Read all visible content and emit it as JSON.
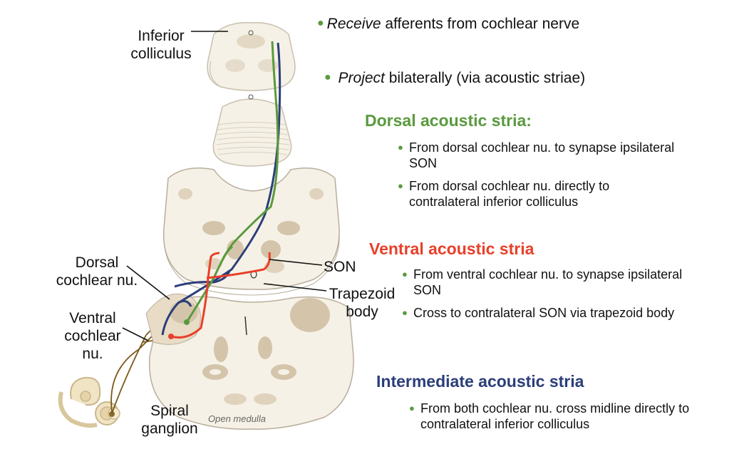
{
  "labels": {
    "inferior_colliculus_l1": "Inferior",
    "inferior_colliculus_l2": "colliculus",
    "dorsal_cochlear_l1": "Dorsal",
    "dorsal_cochlear_l2": "cochlear nu.",
    "ventral_cochlear_l1": "Ventral",
    "ventral_cochlear_l2": "cochlear",
    "ventral_cochlear_l3": "nu.",
    "spiral_ganglion_l1": "Spiral",
    "spiral_ganglion_l2": "ganglion",
    "son": "SON",
    "trapezoid_l1": "Trapezoid",
    "trapezoid_l2": "body",
    "open_medulla": "Open medulla"
  },
  "bullets": {
    "receive_em": "Receive",
    "receive_rest": " afferents from cochlear nerve",
    "project_em": "Project",
    "project_rest": " bilaterally (via acoustic striae)"
  },
  "dorsal": {
    "heading": "Dorsal acoustic stria:",
    "items": [
      "From dorsal cochlear nu. to synapse ipsilateral SON",
      "From dorsal cochlear nu. directly to contralateral inferior colliculus"
    ]
  },
  "ventral": {
    "heading": "Ventral acoustic stria",
    "items": [
      "From ventral cochlear nu. to synapse ipsilateral SON",
      "Cross to contralateral SON via trapezoid body"
    ]
  },
  "intermediate": {
    "heading": "Intermediate acoustic stria",
    "items": [
      "From both cochlear nu. cross midline directly to contralateral inferior colliculus"
    ]
  },
  "colors": {
    "green": "#5a9a3e",
    "red": "#e8402a",
    "navy": "#2b3e7a",
    "tissue": "#f6f1e6",
    "nucleus": "#d4c4aa",
    "nerve": "#7a5a1a"
  }
}
